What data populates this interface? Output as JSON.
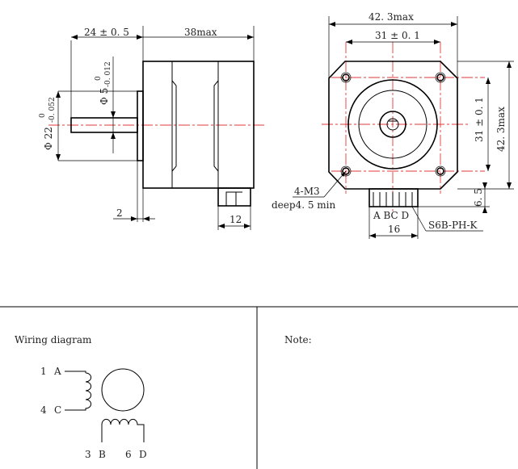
{
  "side_view": {
    "dim_shaft_length": "24 ± 0. 5",
    "dim_body_length": "38max",
    "dim_flange": "2",
    "dim_connector": "12",
    "dim_shaft_dia_label": "Φ 5",
    "dim_shaft_dia_tol_upper": "0",
    "dim_shaft_dia_tol_lower": "-0. 012",
    "dim_boss_dia_label": "Φ 22",
    "dim_boss_dia_tol_upper": "0",
    "dim_boss_dia_tol_lower": "-0. 052"
  },
  "front_view": {
    "dim_width": "42. 3max",
    "dim_hole_spacing_h": "31 ± 0. 1",
    "dim_hole_spacing_v": "31 ± 0. 1",
    "dim_height": "42. 3max",
    "dim_connector_height": "6. 5",
    "dim_connector_width": "16",
    "hole_callout_line1": "4-M3",
    "hole_callout_line2": "deep4. 5 min",
    "connector_pins": "A BC D",
    "connector_part": "S6B-PH-K"
  },
  "wiring": {
    "title": "Wiring diagram",
    "pin_a_num": "1",
    "pin_a": "A",
    "pin_c_num": "4",
    "pin_c": "C",
    "pin_b_num": "3",
    "pin_b": "B",
    "pin_d_num": "6",
    "pin_d": "D"
  },
  "note": {
    "title": "Note:"
  }
}
